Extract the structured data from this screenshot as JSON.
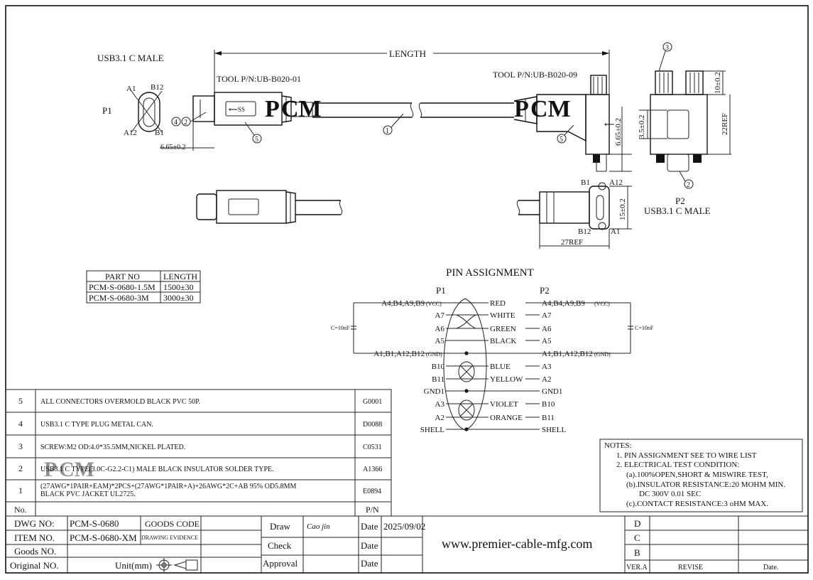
{
  "drawing": {
    "p1_connector_label": "USB3.1 C MALE",
    "p2_connector_label": "USB3.1 C MALE",
    "p1_tag": "P1",
    "p2_tag": "P2",
    "length_label": "LENGTH",
    "tool_left": "TOOL P/N:UB-B020-01",
    "tool_right": "TOOL P/N:UB-B020-09",
    "logo_text": "PCM",
    "logo_colors": {
      "P": "#e8922a",
      "C": "#2fb8a8",
      "M": "#2fb8a8"
    },
    "pin_labels": {
      "a1": "A1",
      "b12": "B12",
      "a12": "A12",
      "b1": "B1"
    },
    "dims": {
      "left_665": "6.65±0.2",
      "right_665": "6.65±0.2",
      "ten": "10±0.2",
      "three5": "3.5±0.2",
      "ref22": "22REF",
      "fifteen": "15±0.2",
      "ref27": "27REF"
    },
    "callouts": {
      "c1": "1",
      "c2": "2",
      "c3": "3",
      "c4": "4",
      "c5": "5"
    }
  },
  "part_table": {
    "headers": [
      "PART NO",
      "LENGTH"
    ],
    "rows": [
      [
        "PCM-S-0680-1.5M",
        "1500±30"
      ],
      [
        "PCM-S-0680-3M",
        "3000±30"
      ]
    ]
  },
  "pin_assignment": {
    "title": "PIN ASSIGNMENT",
    "p1": "P1",
    "p2": "P2",
    "cap": "C=10nF",
    "rows": [
      {
        "left": "A4,B4,A9,B9",
        "left_sub": "(VCC)",
        "color": "RED",
        "right": "A4,B4,A9,B9",
        "right_sub": "(VCC)"
      },
      {
        "left": "A7",
        "left_sub": "",
        "color": "WHITE",
        "right": "A7",
        "right_sub": ""
      },
      {
        "left": "A6",
        "left_sub": "",
        "color": "GREEN",
        "right": "A6",
        "right_sub": ""
      },
      {
        "left": "A5",
        "left_sub": "",
        "color": "BLACK",
        "right": "A5",
        "right_sub": ""
      },
      {
        "left": "A1,B1,A12,B12",
        "left_sub": "(GND)",
        "color": "",
        "right": "A1,B1,A12,B12",
        "right_sub": "(GND)"
      },
      {
        "left": "B10",
        "left_sub": "",
        "color": "BLUE",
        "right": "A3",
        "right_sub": ""
      },
      {
        "left": "B11",
        "left_sub": "",
        "color": "YELLOW",
        "right": "A2",
        "right_sub": ""
      },
      {
        "left": "GND1",
        "left_sub": "",
        "color": "",
        "right": "GND1",
        "right_sub": ""
      },
      {
        "left": "A3",
        "left_sub": "",
        "color": "VIOLET",
        "right": "B10",
        "right_sub": ""
      },
      {
        "left": "A2",
        "left_sub": "",
        "color": "ORANGE",
        "right": "B11",
        "right_sub": ""
      },
      {
        "left": "SHELL",
        "left_sub": "",
        "color": "",
        "right": "SHELL",
        "right_sub": ""
      }
    ]
  },
  "bom": {
    "rows": [
      {
        "no": "5",
        "desc": "ALL CONNECTORS OVERMOLD BLACK PVC 50P.",
        "pn": "G0001"
      },
      {
        "no": "4",
        "desc": "USB3.1 C TYPE PLUG METAL CAN.",
        "pn": "D0088"
      },
      {
        "no": "3",
        "desc": "SCREW:M2 OD:4.0*35.5MM,NICKEL PLATED.",
        "pn": "C0531"
      },
      {
        "no": "2",
        "desc": "USB3.1 C TYPE(3.0C-G2.2-C1) MALE BLACK INSULATOR SOLDER TYPE.",
        "pn": "A1366"
      },
      {
        "no": "1",
        "desc": "(27AWG*1PAIR+EAM)*2PCS+(27AWG*1PAIR+A)+26AWG*2C+AB 95% OD5.8MM",
        "desc2": "BLACK PVC JACKET UL2725.",
        "pn": "E0894"
      }
    ],
    "footer_no": "No.",
    "footer_pn": "P/N"
  },
  "notes": {
    "title": "NOTES:",
    "lines": [
      "1.  PIN ASSIGNMENT SEE TO WIRE LIST",
      "2.  ELECTRICAL TEST CONDITION:",
      "(a).100%OPEN,SHORT & MISWIRE TEST,",
      "(b).INSULATOR RESISTANCE:20 MOHM MIN.",
      "DC 300V 0.01 SEC",
      "(c).CONTACT RESISTANCE:3 oHM MAX."
    ]
  },
  "title_block": {
    "dwg_no_label": "DWG NO:",
    "dwg_no": "PCM-S-0680",
    "goods_code": "GOODS CODE",
    "item_no_label": "ITEM NO.",
    "item_no": "PCM-S-0680-XM",
    "drawing_evidence": "DRAWING EVIDENCE",
    "goods_no_label": "Goods NO.",
    "original_no_label": "Original NO.",
    "unit_label": "Unit(mm)",
    "draw_label": "Draw",
    "draw_sign": "Cao jin",
    "check_label": "Check",
    "approval_label": "Approval",
    "date_label": "Date",
    "date_value": "2025/09/02",
    "website": "www.premier-cable-mfg.com",
    "rev_rows": [
      "D",
      "C",
      "B"
    ],
    "ver_label": "VER.A",
    "revise_label": "REVISE",
    "rev_date_label": "Date."
  }
}
